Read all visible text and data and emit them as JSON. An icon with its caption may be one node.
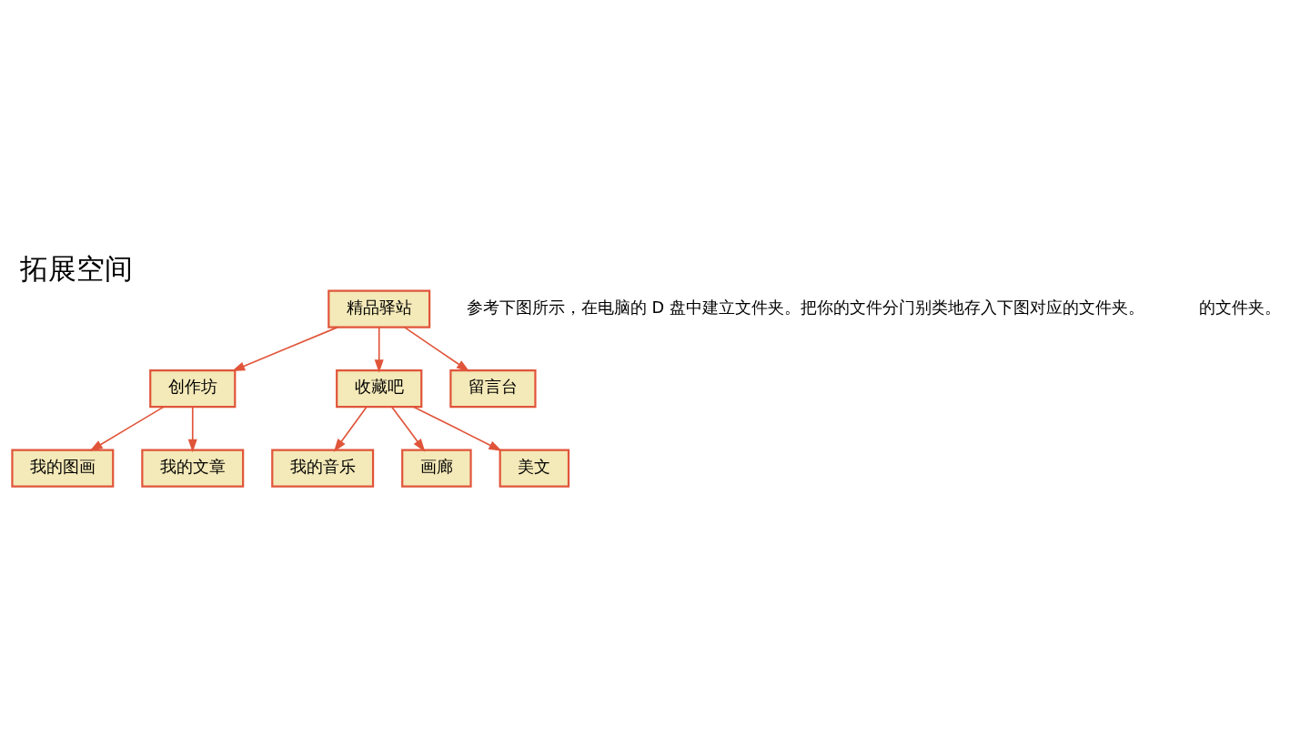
{
  "diagram": {
    "title": "拓展空间",
    "nodes": [
      {
        "text": [
          "精品驿站"
        ]
      },
      {
        "text": [
          "创作坊"
        ]
      },
      {
        "text": [
          "收藏吧"
        ]
      },
      {
        "text": [
          "留言台"
        ]
      },
      {
        "text": [
          "我的图画"
        ]
      },
      {
        "text": [
          "我的文章"
        ]
      },
      {
        "text": [
          "我的音乐"
        ]
      },
      {
        "text": [
          "画廊"
        ]
      },
      {
        "text": [
          "美文"
        ]
      }
    ],
    "edges": [
      {
        "from": 0,
        "to": 1,
        "arrow": "to"
      },
      {
        "from": 0,
        "to": 2,
        "arrow": "to"
      },
      {
        "from": 0,
        "to": 3,
        "arrow": "to"
      },
      {
        "from": 1,
        "to": 4,
        "arrow": "to"
      },
      {
        "from": 1,
        "to": 5,
        "arrow": "to"
      },
      {
        "from": 2,
        "to": 6,
        "arrow": "to"
      },
      {
        "from": 2,
        "to": 7,
        "arrow": "to"
      },
      {
        "from": 2,
        "to": 8,
        "arrow": "to"
      }
    ],
    "labels": [
      "参考下图所示，在电脑的 D 盘中建立文件夹。把你的文件分门别类地存入下图对应的文件夹。",
      "的文件夹。"
    ]
  }
}
